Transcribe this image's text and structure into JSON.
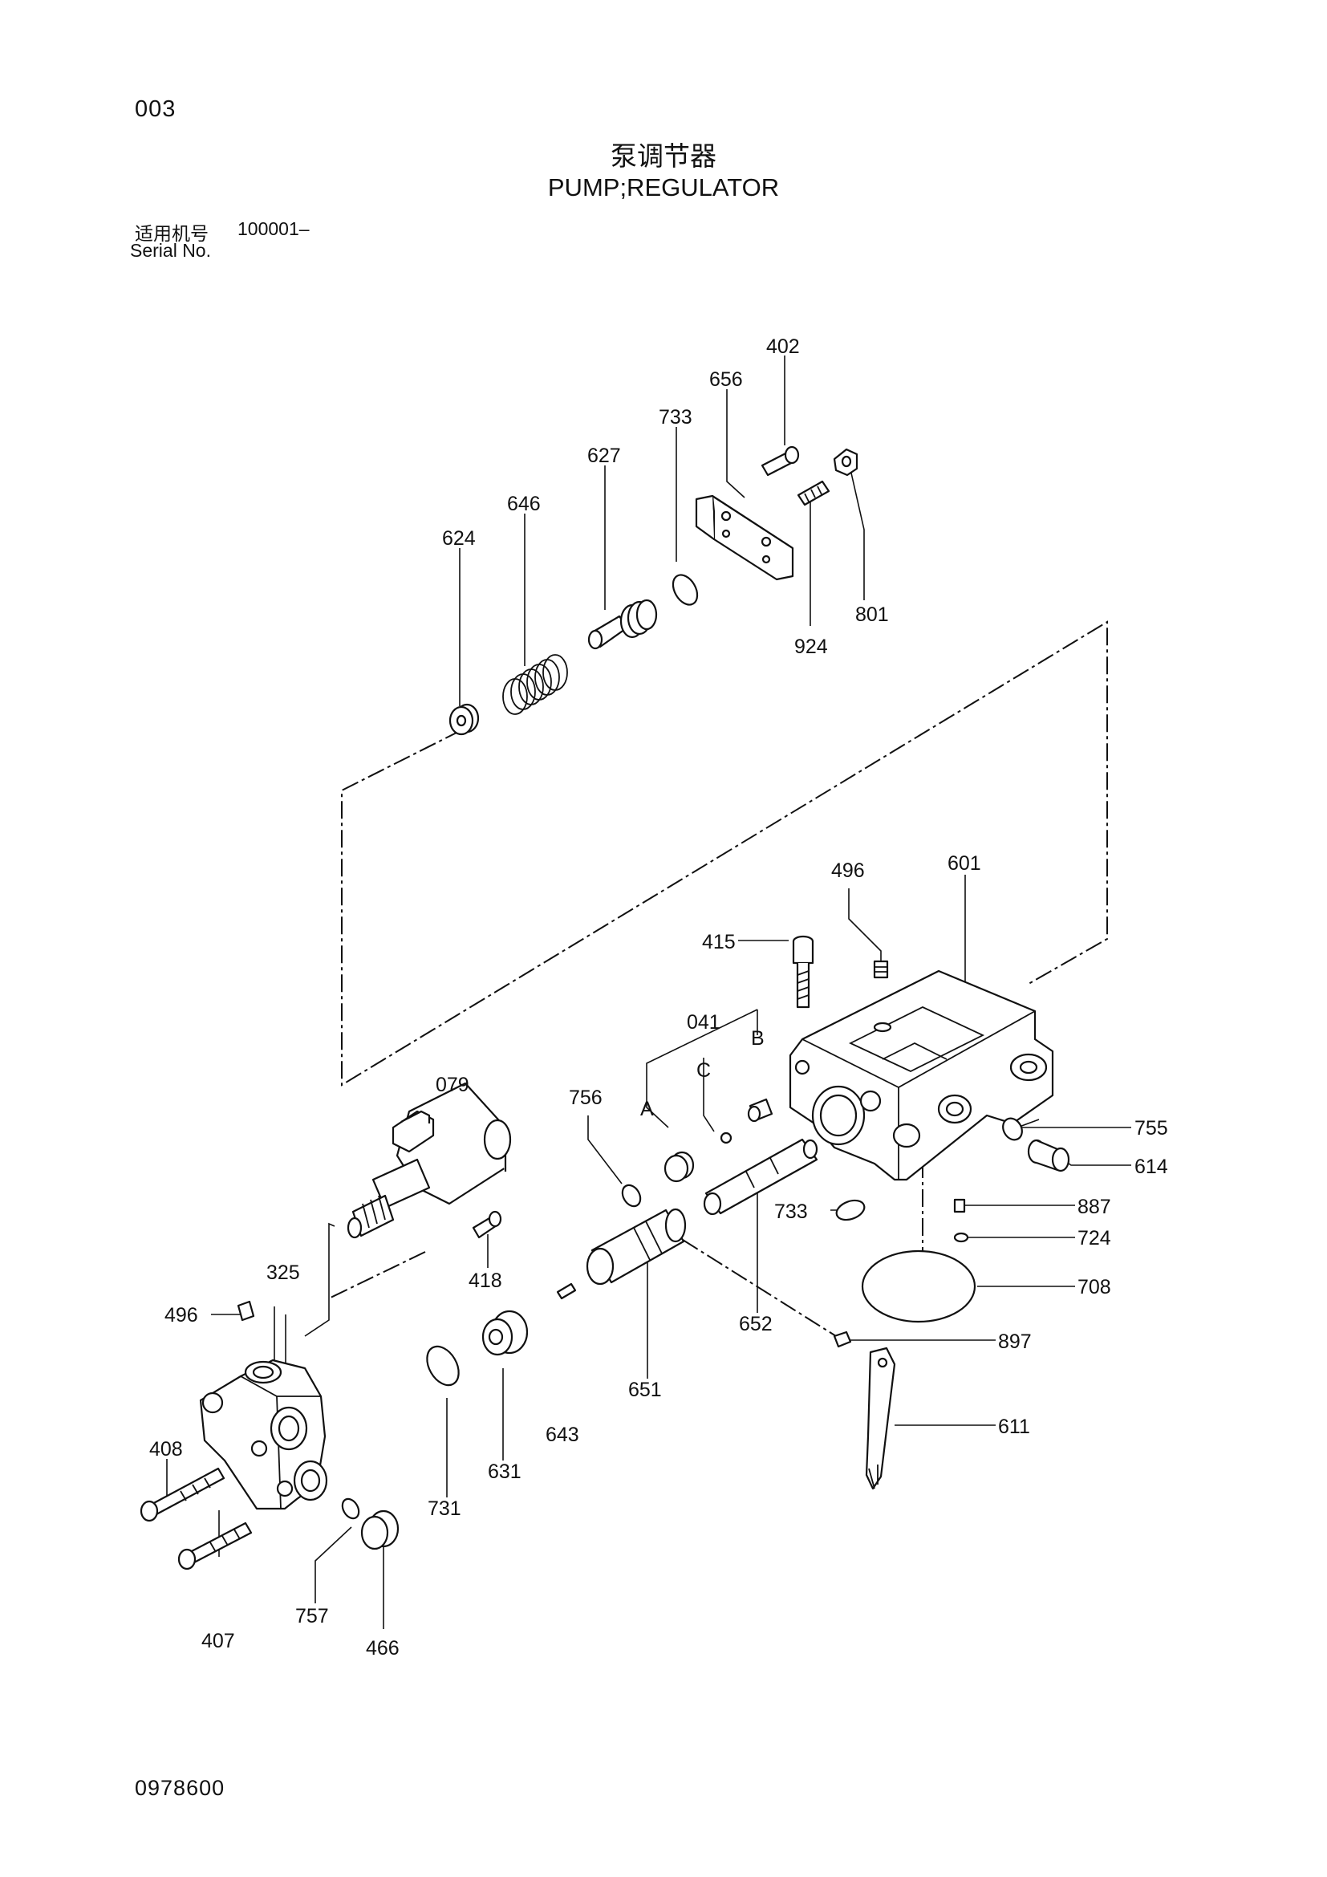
{
  "header": {
    "page_code": "003",
    "title_cn": "泵调节器",
    "title_en": "PUMP;REGULATOR",
    "serial_label_cn": "适用机号",
    "serial_value": "100001–",
    "serial_label_en": "Serial No."
  },
  "footer": {
    "doc_number": "0978600"
  },
  "diagram": {
    "part_labels": {
      "p402": "402",
      "p656": "656",
      "p733a": "733",
      "p627": "627",
      "p646": "646",
      "p624": "624",
      "p801": "801",
      "p924": "924",
      "p496a": "496",
      "p601": "601",
      "p415": "415",
      "p041": "041",
      "pA": "A",
      "pB": "B",
      "pC": "C",
      "p756": "756",
      "p079": "079",
      "p755": "755",
      "p614": "614",
      "p887": "887",
      "p733b": "733",
      "p724": "724",
      "p708": "708",
      "p418": "418",
      "p325": "325",
      "p496b": "496",
      "p652": "652",
      "p897": "897",
      "p651": "651",
      "p611": "611",
      "p408": "408",
      "p643": "643",
      "p631": "631",
      "p731": "731",
      "p757": "757",
      "p407": "407",
      "p466": "466"
    }
  }
}
